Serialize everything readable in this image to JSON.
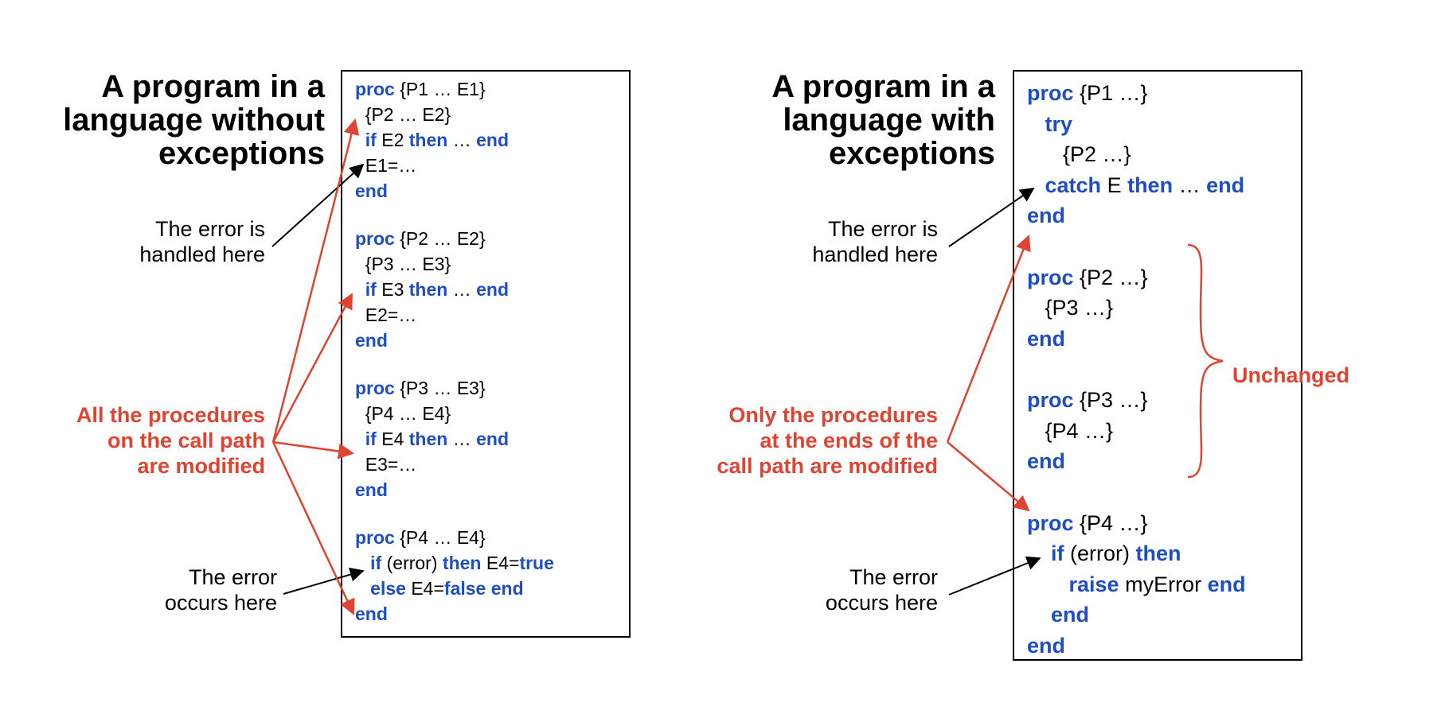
{
  "left": {
    "title": "A program in a\nlanguage without\nexceptions",
    "handled_note": "The error is\nhandled here",
    "occurs_note": "The error\noccurs here",
    "modified_note": "All the procedures\non the call path\nare modified",
    "code_lines": [
      [
        {
          "t": "proc",
          "k": true
        },
        {
          "t": " {P1 … E1}"
        }
      ],
      [
        {
          "t": "  {P2 … E2}"
        }
      ],
      [
        {
          "t": "  "
        },
        {
          "t": "if",
          "k": true
        },
        {
          "t": " E2 "
        },
        {
          "t": "then",
          "k": true
        },
        {
          "t": " … "
        },
        {
          "t": "end",
          "k": true
        }
      ],
      [
        {
          "t": "  E1=…"
        }
      ],
      [
        {
          "t": "end",
          "k": true
        }
      ],
      [
        {
          "t": "proc",
          "k": true
        },
        {
          "t": " {P2 … E2}"
        }
      ],
      [
        {
          "t": "  {P3 … E3}"
        }
      ],
      [
        {
          "t": "  "
        },
        {
          "t": "if",
          "k": true
        },
        {
          "t": " E3 "
        },
        {
          "t": "then",
          "k": true
        },
        {
          "t": " … "
        },
        {
          "t": "end",
          "k": true
        }
      ],
      [
        {
          "t": "  E2=…"
        }
      ],
      [
        {
          "t": "end",
          "k": true
        }
      ],
      [
        {
          "t": "proc",
          "k": true
        },
        {
          "t": " {P3 … E3}"
        }
      ],
      [
        {
          "t": "  {P4 … E4}"
        }
      ],
      [
        {
          "t": "  "
        },
        {
          "t": "if",
          "k": true
        },
        {
          "t": " E4 "
        },
        {
          "t": "then",
          "k": true
        },
        {
          "t": " … "
        },
        {
          "t": "end",
          "k": true
        }
      ],
      [
        {
          "t": "  E3=…"
        }
      ],
      [
        {
          "t": "end",
          "k": true
        }
      ],
      [
        {
          "t": "proc",
          "k": true
        },
        {
          "t": " {P4 … E4}"
        }
      ],
      [
        {
          "t": "   "
        },
        {
          "t": "if",
          "k": true
        },
        {
          "t": " (error) "
        },
        {
          "t": "then",
          "k": true
        },
        {
          "t": " E4="
        },
        {
          "t": "true",
          "k": true
        }
      ],
      [
        {
          "t": "   "
        },
        {
          "t": "else",
          "k": true
        },
        {
          "t": " E4="
        },
        {
          "t": "false",
          "k": true
        },
        {
          "t": " "
        },
        {
          "t": "end",
          "k": true
        }
      ],
      [
        {
          "t": "end",
          "k": true
        }
      ]
    ]
  },
  "right": {
    "title": "A program in a\nlanguage with\nexceptions",
    "handled_note": "The error is\nhandled here",
    "occurs_note": "The error\noccurs here",
    "modified_note": "Only the procedures\nat the ends of the\ncall path are modified",
    "unchanged_label": "Unchanged",
    "code_lines": [
      [
        {
          "t": "proc",
          "k": true
        },
        {
          "t": " {P1 …}"
        }
      ],
      [
        {
          "t": "   "
        },
        {
          "t": "try",
          "k": true
        }
      ],
      [
        {
          "t": "      {P2 …}"
        }
      ],
      [
        {
          "t": "   "
        },
        {
          "t": "catch",
          "k": true
        },
        {
          "t": " E "
        },
        {
          "t": "then",
          "k": true
        },
        {
          "t": " … "
        },
        {
          "t": "end",
          "k": true
        }
      ],
      [
        {
          "t": "end",
          "k": true
        }
      ],
      [
        {
          "t": "proc",
          "k": true
        },
        {
          "t": " {P2 …}"
        }
      ],
      [
        {
          "t": "   {P3 …}"
        }
      ],
      [
        {
          "t": "end",
          "k": true
        }
      ],
      [
        {
          "t": "proc",
          "k": true
        },
        {
          "t": " {P3 …}"
        }
      ],
      [
        {
          "t": "   {P4 …}"
        }
      ],
      [
        {
          "t": "end",
          "k": true
        }
      ],
      [
        {
          "t": "proc",
          "k": true
        },
        {
          "t": " {P4 …}"
        }
      ],
      [
        {
          "t": "    "
        },
        {
          "t": "if",
          "k": true
        },
        {
          "t": " (error) "
        },
        {
          "t": "then",
          "k": true
        }
      ],
      [
        {
          "t": "       "
        },
        {
          "t": "raise",
          "k": true
        },
        {
          "t": " myError "
        },
        {
          "t": "end",
          "k": true
        }
      ],
      [
        {
          "t": "    "
        },
        {
          "t": "end",
          "k": true
        }
      ],
      [
        {
          "t": "end",
          "k": true
        }
      ]
    ]
  },
  "colors": {
    "keyword": "#1f4ec0",
    "annotation": "#dd4431",
    "text": "#000000"
  }
}
